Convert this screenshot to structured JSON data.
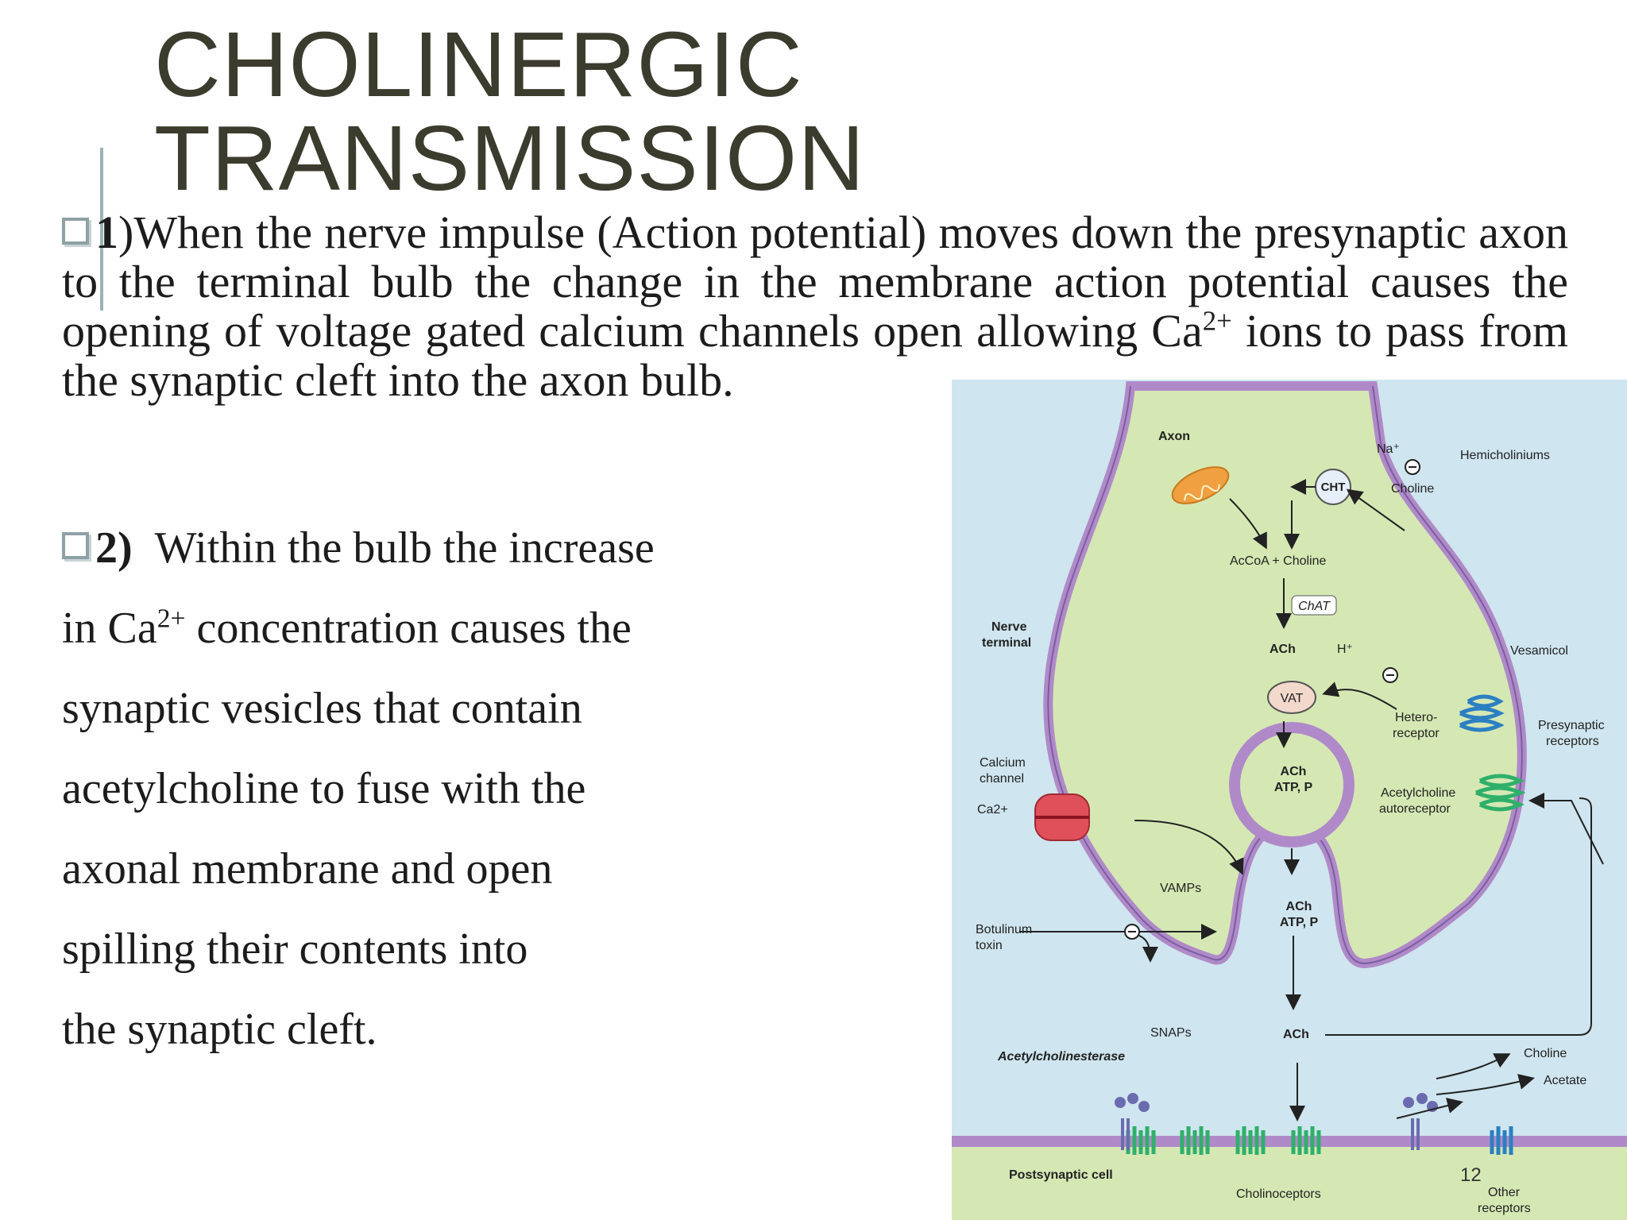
{
  "slide": {
    "title_line1": "CHOLINERGIC",
    "title_line2": "TRANSMISSION",
    "para1": {
      "num": "1",
      "text_before": ")When the nerve impulse (Action potential) moves down the presynaptic axon to the terminal bulb the change in the membrane action potential causes the opening of voltage gated calcium channels open allowing Ca",
      "sup": "2+",
      "text_after": " ions to pass from the synaptic cleft into the axon bulb."
    },
    "para2": {
      "num": "2)",
      "line1": "Within the bulb the increase",
      "line2_before": "in Ca",
      "line2_sup": "2+",
      "line2_after": " concentration causes the",
      "line3": "synaptic vesicles that contain",
      "line4": "acetylcholine to fuse with the",
      "line5": "axonal membrane and open",
      "line6": "spilling their contents into",
      "line7": "the synaptic cleft."
    },
    "page_number": "12"
  },
  "diagram": {
    "axon": "Axon",
    "na": "Na⁺",
    "hemicholiniums": "Hemicholiniums",
    "cht": "CHT",
    "choline_top": "Choline",
    "accoa_choline": "AcCoA + Choline",
    "chat": "ChAT",
    "nerve_terminal_1": "Nerve",
    "nerve_terminal_2": "terminal",
    "ach_top": "ACh",
    "h_plus": "H⁺",
    "vesamicol": "Vesamicol",
    "vat": "VAT",
    "hetero_1": "Hetero-",
    "hetero_2": "receptor",
    "presyn_1": "Presynaptic",
    "presyn_2": "receptors",
    "calcium_1": "Calcium",
    "calcium_2": "channel",
    "ca2": "Ca2+",
    "vesicle_ach": "ACh",
    "vesicle_atp": "ATP, P",
    "autorec_1": "Acetylcholine",
    "autorec_2": "autoreceptor",
    "vamps": "VAMPs",
    "fused_ach": "ACh",
    "fused_atp": "ATP, P",
    "botulinum_1": "Botulinum",
    "botulinum_2": "toxin",
    "snaps": "SNAPs",
    "ach_cleft": "ACh",
    "acetylcholinesterase": "Acetylcholinesterase",
    "choline_bottom": "Choline",
    "acetate": "Acetate",
    "postsynaptic": "Postsynaptic cell",
    "cholinoceptors": "Cholinoceptors",
    "other_1": "Other",
    "other_2": "receptors",
    "colors": {
      "cleft_bg": "#cfe5ef",
      "cytoplasm": "#d5e8b4",
      "membrane": "#b08ac8",
      "receptor_green": "#2fb06a",
      "hetero_blue": "#2c7fc1",
      "mito_orange": "#f0a040",
      "calcium_red": "#e0505a"
    }
  }
}
